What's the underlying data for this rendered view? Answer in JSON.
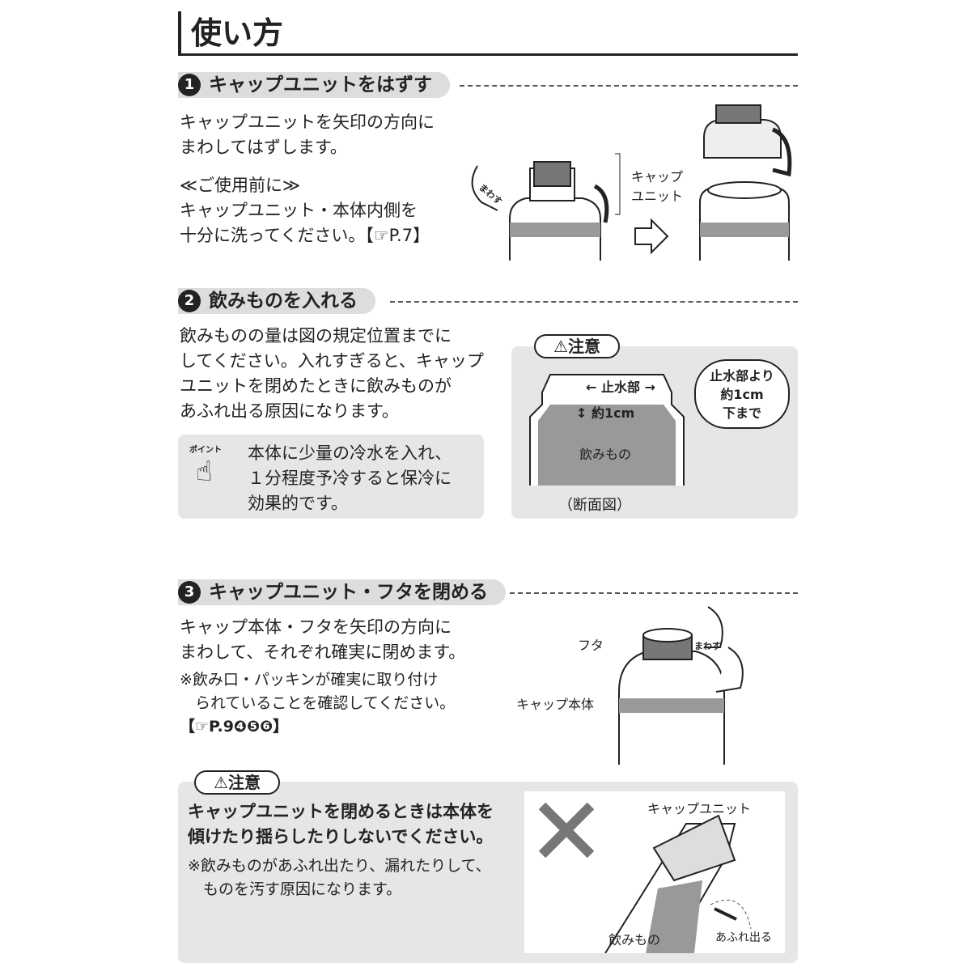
{
  "title": "使い方",
  "steps": [
    {
      "num": "1",
      "heading": "キャップユニットをはずす",
      "lines": [
        "キャップユニットを矢印の方向に",
        "まわしてはずします。"
      ],
      "note_title": "≪ご使用前に≫",
      "note_lines": [
        "キャップユニット・本体内側を",
        "十分に洗ってください。【☞P.7】"
      ],
      "labels": {
        "cap_unit_1": "キャップ",
        "cap_unit_2": "ユニット",
        "turn": "まわす"
      }
    },
    {
      "num": "2",
      "heading": "飲みものを入れる",
      "lines": [
        "飲みものの量は図の規定位置までに",
        "してください。入れすぎると、キャップ",
        "ユニットを閉めたときに飲みものが",
        "あふれ出る原因になります。"
      ],
      "tip": {
        "badge": "ポイント",
        "lines": [
          "本体に少量の冷水を入れ、",
          "１分程度予冷すると保冷に",
          "効果的です。"
        ]
      },
      "caution": {
        "label": "注意",
        "stop": "止水部",
        "about": "約1cm",
        "callout": [
          "止水部より",
          "約1cm",
          "下まで"
        ],
        "drink": "飲みもの",
        "caption": "（断面図）"
      }
    },
    {
      "num": "3",
      "heading": "キャップユニット・フタを閉める",
      "lines": [
        "キャップ本体・フタを矢印の方向に",
        "まわして、それぞれ確実に閉めます。"
      ],
      "note_lines": [
        "※飲み口・パッキンが確実に取り付け",
        "　られていることを確認してください。",
        "【☞P.9❹❺❻】"
      ],
      "labels": {
        "lid": "フタ",
        "cap_body": "キャップ本体",
        "turn": "まわす"
      }
    }
  ],
  "caution": {
    "label": "注意",
    "bold_lines": [
      "キャップユニットを閉めるときは本体を",
      "傾けたり揺らしたりしないでください。"
    ],
    "lines": [
      "※飲みものがあふれ出たり、漏れたりして、",
      "　ものを汚す原因になります。"
    ],
    "labels": {
      "cap_unit": "キャップユニット",
      "drink": "飲みもの",
      "overflow": "あふれ出る"
    }
  }
}
